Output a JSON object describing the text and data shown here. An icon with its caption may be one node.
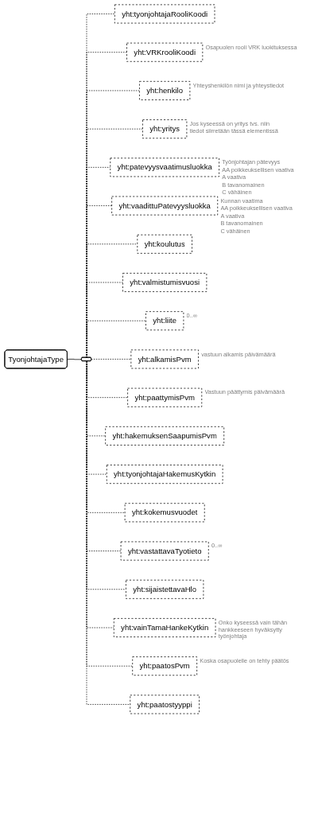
{
  "diagram": {
    "nodes": [
      {
        "text": [
          "TyonjohtajaType"
        ]
      },
      {
        "text": [],
        "shape": "hexagon"
      },
      {
        "text": [
          "yht:tyonjohtajaRooliKoodi"
        ]
      },
      {
        "text": [
          "yht:VRKrooliKoodi"
        ],
        "beside": [
          "Osapuolen rooli VRK luokituksessa"
        ]
      },
      {
        "text": [
          "yht:henkilo"
        ],
        "beside": [
          "Yhteyshenkilön nimi ja yhteystiedot"
        ]
      },
      {
        "text": [
          "yht:yritys"
        ],
        "beside": [
          "Jos kyseessä on yritys tvs. niin tiedot siirretään tässä elementissä"
        ]
      },
      {
        "text": [
          "yht:patevyysvaatimusluokka"
        ],
        "beside": [
          "Työnjohtajan pätevyys",
          "AA poikkeuksellisen vaativa",
          "A vaativa",
          "B tavanomainen",
          "C vähäinen"
        ]
      },
      {
        "text": [
          "yht:vaadittuPatevyysluokka"
        ],
        "beside": [
          "Kunnan vaatima",
          "AA poikkeuksellisen vaativa",
          "A vaativa",
          "B tavanomainen",
          "C vähäinen"
        ]
      },
      {
        "text": [
          "yht:koulutus"
        ]
      },
      {
        "text": [
          "yht:valmistumisvuosi"
        ]
      },
      {
        "text": [
          "yht:liite"
        ],
        "beside": [
          "0..∞"
        ]
      },
      {
        "text": [
          "yht:alkamisPvm"
        ],
        "beside": [
          "vastuun alkamis päivämäärä"
        ]
      },
      {
        "text": [
          "yht:paattymisPvm"
        ],
        "beside": [
          "Vastuun päättymis päivämäärä"
        ]
      },
      {
        "text": [
          "yht:hakemuksenSaapumisPvm"
        ]
      },
      {
        "text": [
          "yht:tyonjohtajaHakemusKytkin"
        ]
      },
      {
        "text": [
          "yht:kokemusvuodet"
        ]
      },
      {
        "text": [
          "yht:vastattavaTyotieto"
        ],
        "beside": [
          "0..∞"
        ]
      },
      {
        "text": [
          "yht:sijaistettavaHlo"
        ]
      },
      {
        "text": [
          "yht:vainTamaHankeKytkin"
        ],
        "beside": [
          "Onko kyseessä vain tähän hankkeeseen hyväksytty työnjohtaja"
        ]
      },
      {
        "text": [
          "yht:paatosPvm"
        ],
        "beside": [
          "Koska osapuolelle on tehty päätös"
        ]
      },
      {
        "text": [
          "yht:paatostyyppi"
        ]
      }
    ],
    "edges": [
      {
        "from": 0,
        "to": 1,
        "arrow": "none"
      },
      {
        "from": 1,
        "to": 2,
        "arrow": "none",
        "style": "dashed"
      },
      {
        "from": 1,
        "to": 3,
        "arrow": "none",
        "style": "dashed"
      },
      {
        "from": 1,
        "to": 4,
        "arrow": "none",
        "style": "dashed"
      },
      {
        "from": 1,
        "to": 5,
        "arrow": "none",
        "style": "dashed"
      },
      {
        "from": 1,
        "to": 6,
        "arrow": "none",
        "style": "dashed"
      },
      {
        "from": 1,
        "to": 7,
        "arrow": "none",
        "style": "dashed"
      },
      {
        "from": 1,
        "to": 8,
        "arrow": "none",
        "style": "dashed"
      },
      {
        "from": 1,
        "to": 9,
        "arrow": "none",
        "style": "dashed"
      },
      {
        "from": 1,
        "to": 10,
        "arrow": "none",
        "style": "dashed"
      },
      {
        "from": 1,
        "to": 11,
        "arrow": "none",
        "style": "dashed"
      },
      {
        "from": 1,
        "to": 12,
        "arrow": "none",
        "style": "dashed"
      },
      {
        "from": 1,
        "to": 13,
        "arrow": "none",
        "style": "dashed"
      },
      {
        "from": 1,
        "to": 14,
        "arrow": "none",
        "style": "dashed"
      },
      {
        "from": 1,
        "to": 15,
        "arrow": "none",
        "style": "dashed"
      },
      {
        "from": 1,
        "to": 16,
        "arrow": "none",
        "style": "dashed"
      },
      {
        "from": 1,
        "to": 17,
        "arrow": "none",
        "style": "dashed"
      },
      {
        "from": 1,
        "to": 18,
        "arrow": "none",
        "style": "dashed"
      },
      {
        "from": 1,
        "to": 19,
        "arrow": "none",
        "style": "dashed"
      },
      {
        "from": 1,
        "to": 20,
        "arrow": "none",
        "style": "dashed"
      }
    ]
  }
}
